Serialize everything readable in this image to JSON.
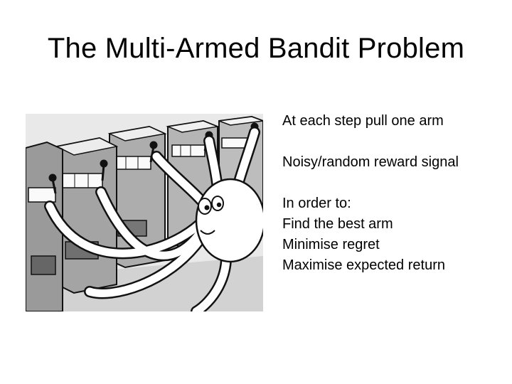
{
  "slide": {
    "title": "The Multi-Armed Bandit Problem",
    "illustration_icon": "octopus-pulling-slot-machine-arms-cartoon",
    "bullets": {
      "step": "At each step pull one arm",
      "reward": "Noisy/random reward signal",
      "goal_intro": "In order to:",
      "goal_best": "Find the best arm",
      "goal_regret": "Minimise regret",
      "goal_return": "Maximise expected return"
    }
  }
}
